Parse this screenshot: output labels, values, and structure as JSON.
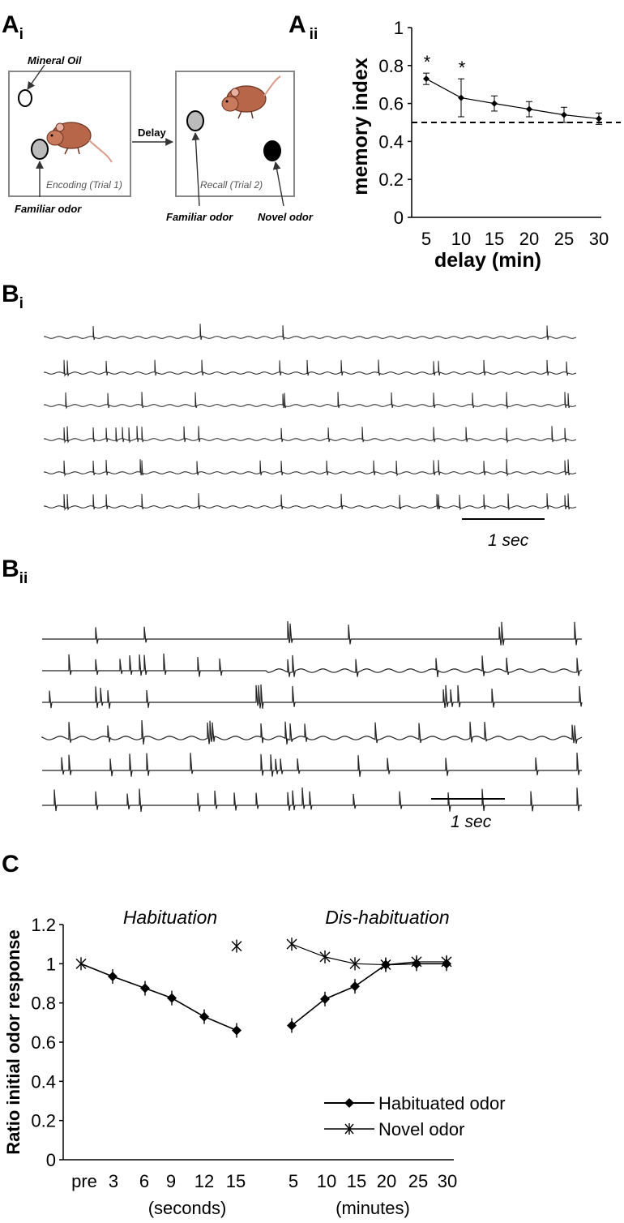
{
  "panels": {
    "ai": {
      "letter": "A",
      "sub": "i"
    },
    "aii": {
      "letter": "A",
      "sub": "ii"
    },
    "bi": {
      "letter": "B",
      "sub": "i"
    },
    "bii": {
      "letter": "B",
      "sub": "ii"
    },
    "c": {
      "letter": "C"
    }
  },
  "schematic": {
    "mineral_oil": "Mineral Oil",
    "encoding": "Encoding (Trial 1)",
    "familiar_odor_1": "Familiar odor",
    "delay": "Delay",
    "recall": "Recall (Trial 2)",
    "familiar_odor_2": "Familiar odor",
    "novel_odor": "Novel odor"
  },
  "traces": {
    "bi_scale": "1 sec",
    "bii_scale": "1 sec"
  },
  "chart_data": [
    {
      "type": "line",
      "panel": "Aii",
      "ylabel": "memory index",
      "xlabel": "delay (min)",
      "x": [
        5,
        10,
        15,
        20,
        25,
        30
      ],
      "series": [
        {
          "values": [
            0.73,
            0.63,
            0.6,
            0.57,
            0.54,
            0.52
          ],
          "errors": [
            0.03,
            0.1,
            0.04,
            0.04,
            0.04,
            0.03
          ]
        }
      ],
      "significance": [
        "*",
        "*",
        "",
        "",
        "",
        ""
      ],
      "reference_line": 0.5,
      "ylim": [
        0,
        1
      ],
      "yticks": [
        "0",
        "0.2",
        "0.4",
        "0.6",
        "0.8",
        "1"
      ],
      "xticks": [
        "5",
        "10",
        "15",
        "20",
        "25",
        "30"
      ]
    },
    {
      "type": "line",
      "panel": "C",
      "ylabel": "Ratio initial odor response",
      "ylim": [
        0,
        1.2
      ],
      "yticks": [
        "0",
        "0.2",
        "0.4",
        "0.6",
        "0.8",
        "1",
        "1.2"
      ],
      "groups": [
        {
          "title": "Habituation",
          "unit_label": "(seconds)",
          "xticks": [
            "pre",
            "3",
            "6",
            "9",
            "12",
            "15"
          ],
          "habituated": [
            1.0,
            0.935,
            0.875,
            0.825,
            0.73,
            0.66
          ],
          "novel_extra": {
            "x": "15",
            "value": 1.09
          }
        },
        {
          "title": "Dis-habituation",
          "unit_label": "(minutes)",
          "xticks": [
            "5",
            "10",
            "15",
            "20",
            "25",
            "30"
          ],
          "habituated": [
            0.685,
            0.82,
            0.885,
            0.995,
            1.0,
            1.0
          ],
          "novel": [
            1.1,
            1.035,
            1.0,
            0.995,
            1.01,
            1.01
          ]
        }
      ],
      "legend": [
        {
          "name": "Habituated odor",
          "marker": "diamond"
        },
        {
          "name": "Novel odor",
          "marker": "star"
        }
      ],
      "colors": {
        "habituated": "#000000",
        "novel": "#000000"
      }
    }
  ]
}
